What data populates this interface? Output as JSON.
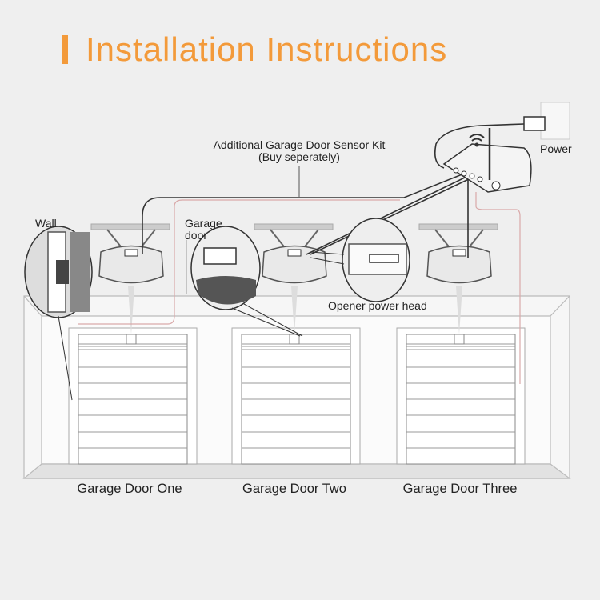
{
  "title": "Installation Instructions",
  "labels": {
    "sensor_kit_line1": "Additional Garage Door Sensor Kit",
    "sensor_kit_line2": "(Buy seperately)",
    "power": "Power",
    "wall": "Wall",
    "garage_door_line1": "Garage",
    "garage_door_line2": "door",
    "opener_power_head": "Opener power head"
  },
  "doors": [
    "Garage Door One",
    "Garage Door Two",
    "Garage Door Three"
  ],
  "colors": {
    "accent": "#f39a3a",
    "background": "#efefef",
    "line": "#333333",
    "wall": "#fafafa"
  }
}
